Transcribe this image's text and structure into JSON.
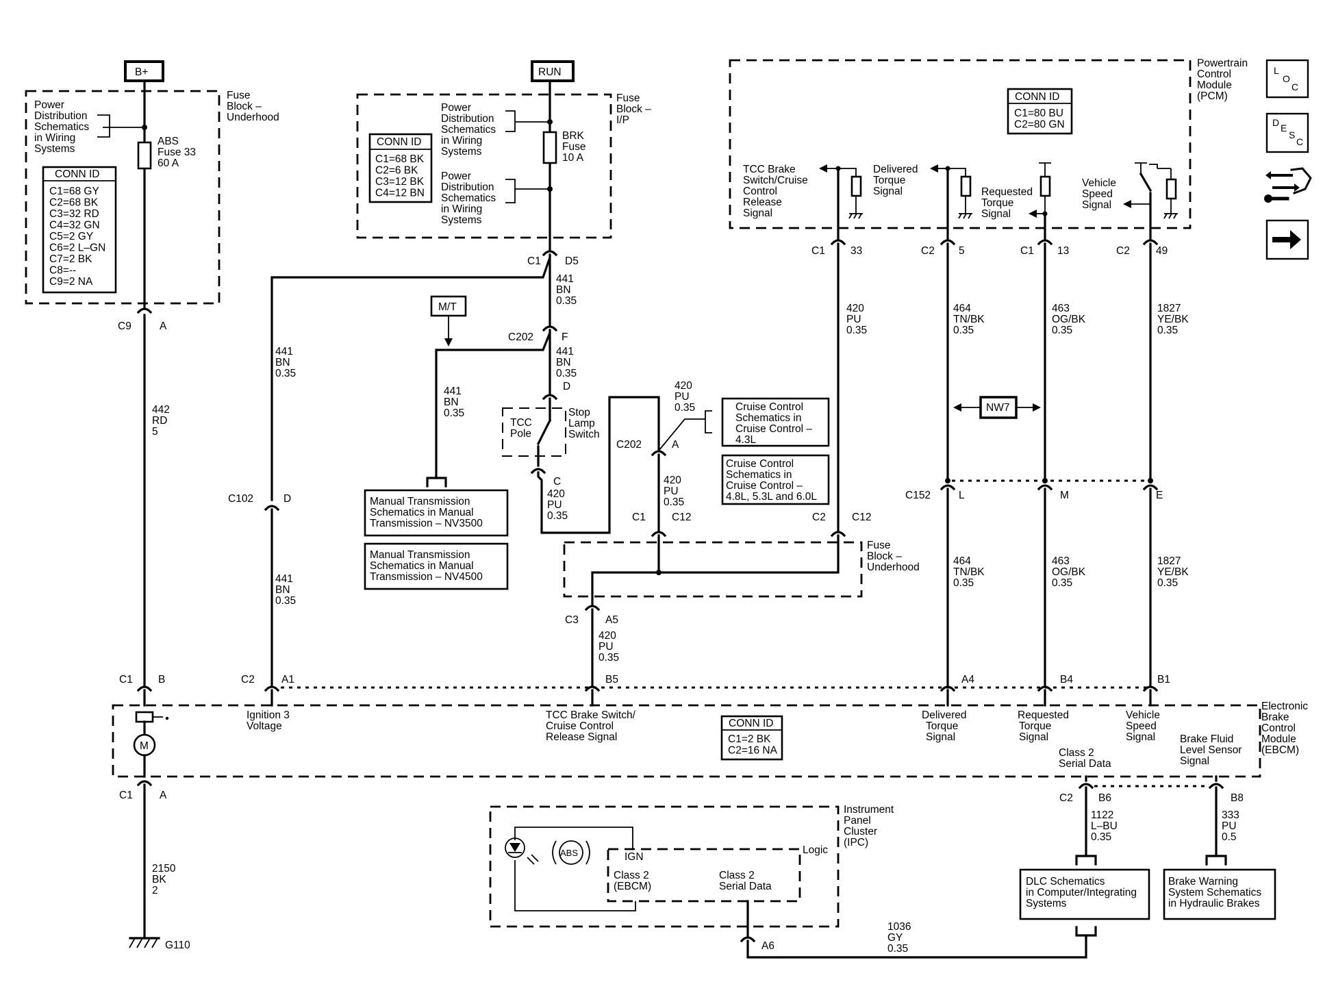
{
  "tags": {
    "bplus": "B+",
    "run": "RUN",
    "mt": "M/T",
    "nw7": "NW7"
  },
  "icons": [
    "loc-icon",
    "desc-icon",
    "connector-icon",
    "next-arrow-icon"
  ],
  "icon_text": {
    "loc": [
      "L",
      "O",
      "C"
    ],
    "desc": [
      "D",
      "E",
      "S",
      "C"
    ]
  },
  "modules": {
    "fuse_underhood": [
      "Fuse",
      "Block –",
      "Underhood"
    ],
    "fuse_ip": [
      "Fuse",
      "Block –",
      "I/P"
    ],
    "pcm": [
      "Powertrain",
      "Control",
      "Module",
      "(PCM)"
    ],
    "fuse_underhood2": [
      "Fuse",
      "Block –",
      "Underhood"
    ],
    "ebcm": [
      "Electronic",
      "Brake",
      "Control",
      "Module",
      "(EBCM)"
    ],
    "ipc": [
      "Instrument",
      "Panel",
      "Cluster",
      "(IPC)"
    ]
  },
  "pds1": [
    "Power",
    "Distribution",
    "Schematics",
    "in Wiring",
    "Systems"
  ],
  "pds2": [
    "Power",
    "Distribution",
    "Schematics",
    "in Wiring",
    "Systems"
  ],
  "pds3": [
    "Power",
    "Distribution",
    "Schematics",
    "in Wiring",
    "Systems"
  ],
  "abs_fuse": [
    "ABS",
    "Fuse 33",
    "60 A"
  ],
  "brk_fuse": [
    "BRK",
    "Fuse",
    "10 A"
  ],
  "conn_fuse_uh": {
    "title": "CONN ID",
    "rows": [
      "C1=68 GY",
      "C2=68 BK",
      "C3=32 RD",
      "C4=32 GN",
      "C5=2 GY",
      "C6=2 L–GN",
      "C7=2 BK",
      "C8=--",
      "C9=2 NA"
    ]
  },
  "conn_fuse_ip": {
    "title": "CONN ID",
    "rows": [
      "C1=68 BK",
      "C2=6 BK",
      "C3=12 BK",
      "C4=12 BN"
    ]
  },
  "conn_pcm": {
    "title": "CONN ID",
    "rows": [
      "C1=80 BU",
      "C2=80 GN"
    ]
  },
  "conn_ebcm": {
    "title": "CONN ID",
    "rows": [
      "C1=2 BK",
      "C2=16 NA"
    ]
  },
  "pcm_signals": {
    "tcc": [
      "TCC Brake",
      "Switch/Cruise",
      "Control",
      "Release",
      "Signal"
    ],
    "delivered": [
      "Delivered",
      "Torque",
      "Signal"
    ],
    "requested": [
      "Requested",
      "Torque",
      "Signal"
    ],
    "vss": [
      "Vehicle",
      "Speed",
      "Signal"
    ]
  },
  "ebcm_signals": {
    "ign3": [
      "Ignition 3",
      "Voltage"
    ],
    "tcc": [
      "TCC Brake Switch/",
      "Cruise Control",
      "Release Signal"
    ],
    "delivered": [
      "Delivered",
      "Torque",
      "Signal"
    ],
    "requested": [
      "Requested",
      "Torque",
      "Signal"
    ],
    "vss": [
      "Vehicle",
      "Speed",
      "Signal"
    ],
    "class2": [
      "Class 2",
      "Serial Data"
    ],
    "fluid": [
      "Brake Fluid",
      "Level Sensor",
      "Signal"
    ],
    "motor": "M"
  },
  "ipc_labels": {
    "ign": "IGN",
    "logic": "Logic",
    "c2ebcm": [
      "Class 2",
      "(EBCM)"
    ],
    "c2data": [
      "Class 2",
      "Serial Data"
    ],
    "abs": "ABS"
  },
  "switch_labels": {
    "tcc_pole": [
      "TCC",
      "Pole"
    ],
    "stop_lamp": [
      "Stop",
      "Lamp",
      "Switch"
    ]
  },
  "refs": {
    "mt1": [
      "Manual Transmission",
      "Schematics in Manual",
      "Transmission – NV3500"
    ],
    "mt2": [
      "Manual Transmission",
      "Schematics in Manual",
      "Transmission – NV4500"
    ],
    "cc1": [
      "Cruise Control",
      "Schematics in",
      "Cruise Control –",
      "4.3L"
    ],
    "cc2": [
      "Cruise Control",
      "Schematics in",
      "Cruise Control –",
      "4.8L, 5.3L and 6.0L"
    ],
    "dlc": [
      "DLC Schematics",
      "in Computer/Integrating",
      "Systems"
    ],
    "bws": [
      "Brake Warning",
      "System Schematics",
      "in Hydraulic Brakes"
    ]
  },
  "wires": {
    "w442": [
      "442",
      "RD",
      "5"
    ],
    "w441a": [
      "441",
      "BN",
      "0.35"
    ],
    "w441b": [
      "441",
      "BN",
      "0.35"
    ],
    "w441c": [
      "441",
      "BN",
      "0.35"
    ],
    "w441d": [
      "441",
      "BN",
      "0.35"
    ],
    "w441e": [
      "441",
      "BN",
      "0.35"
    ],
    "w420a": [
      "420",
      "PU",
      "0.35"
    ],
    "w420b": [
      "420",
      "PU",
      "0.35"
    ],
    "w420c": [
      "420",
      "PU",
      "0.35"
    ],
    "w420d": [
      "420",
      "PU",
      "0.35"
    ],
    "w420e": [
      "420",
      "PU",
      "0.35"
    ],
    "w464a": [
      "464",
      "TN/BK",
      "0.35"
    ],
    "w464b": [
      "464",
      "TN/BK",
      "0.35"
    ],
    "w463a": [
      "463",
      "OG/BK",
      "0.35"
    ],
    "w463b": [
      "463",
      "OG/BK",
      "0.35"
    ],
    "w1827a": [
      "1827",
      "YE/BK",
      "0.35"
    ],
    "w1827b": [
      "1827",
      "YE/BK",
      "0.35"
    ],
    "w2150": [
      "2150",
      "BK",
      "2"
    ],
    "w1122": [
      "1122",
      "L–BU",
      "0.35"
    ],
    "w333": [
      "333",
      "PU",
      "0.5"
    ],
    "w1036": [
      "1036",
      "GY",
      "0.35"
    ]
  },
  "pins": {
    "c9": "C9",
    "a1": "A",
    "c1b": "C1",
    "b1": "B",
    "c1a": "C1",
    "a2": "A",
    "g110": "G110",
    "c102": "C102",
    "d102": "D",
    "c2a1": "C2",
    "a1p": "A1",
    "c1d5": "C1",
    "d5": "D5",
    "c202f": "C202",
    "f": "F",
    "d": "D",
    "c": "C",
    "c202a": "C202",
    "a202": "A",
    "c1c12": "C1",
    "c12a": "C12",
    "c2c12": "C2",
    "c12b": "C12",
    "c3": "C3",
    "a5": "A5",
    "b5": "B5",
    "pc1a": "C1",
    "p33": "33",
    "pc2a": "C2",
    "p5": "5",
    "pc1b": "C1",
    "p13": "13",
    "pc2b": "C2",
    "p49": "49",
    "c152": "C152",
    "l": "L",
    "m": "M",
    "e": "E",
    "a4": "A4",
    "b4": "B4",
    "b1p": "B1",
    "c2b6": "C2",
    "b6": "B6",
    "b8": "B8",
    "a6": "A6"
  }
}
